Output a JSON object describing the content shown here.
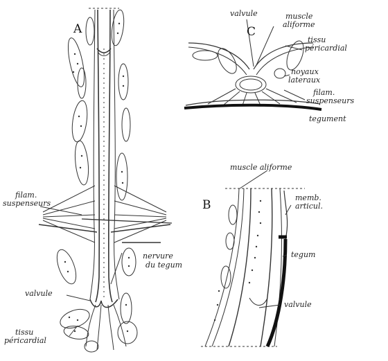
{
  "panels": {
    "a": "A",
    "b": "B",
    "c": "C"
  },
  "labels_a": {
    "filam_1": "filam.",
    "filam_2": "suspenseurs",
    "nervure_1": "nervure",
    "nervure_2": "du tegum",
    "valvule": "valvule",
    "tissu_1": "tissu",
    "tissu_2": "péricardial"
  },
  "labels_b": {
    "muscle": "muscle aliforme",
    "memb_1": "memb.",
    "memb_2": "articul.",
    "tegum": "tegum",
    "valvule": "valvule"
  },
  "labels_c": {
    "valvule": "valvule",
    "muscle_1": "muscle",
    "muscle_2": "aliforme",
    "tissu_1": "tissu",
    "tissu_2": "péricardial",
    "noyaux_1": "noyaux",
    "noyaux_2": "lateraux",
    "filam_1": "filam.",
    "filam_2": "suspenseurs",
    "tegument": "tegument"
  },
  "colors": {
    "ink": "#222222",
    "paper": "#ffffff"
  }
}
